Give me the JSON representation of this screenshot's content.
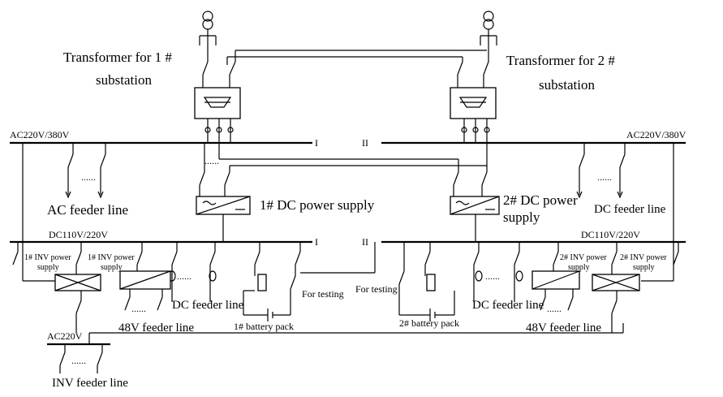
{
  "labels": {
    "tx1": [
      "Transformer for 1 #",
      "substation"
    ],
    "tx2": [
      "Transformer for 2 #",
      "substation"
    ],
    "ac_left": "AC220V/380V",
    "ac_right": "AC220V/380V",
    "bus_i": "I",
    "bus_ii": "II",
    "ac_feeder_left": "AC feeder line",
    "ac_feeder_right": "DC feeder line",
    "dc_supply_1": "1# DC power supply",
    "dc_supply_2": [
      "2# DC power",
      "supply"
    ],
    "dc_left": "DC110V/220V",
    "dc_right": "DC110V/220V",
    "inv1a": [
      "1# INV power",
      "supply"
    ],
    "inv1b": [
      "1# INV power",
      "supply"
    ],
    "inv2a": [
      "2# INV power",
      "supply"
    ],
    "inv2b": [
      "2# INV power",
      "supply"
    ],
    "dc_feeder_1": "DC feeder line",
    "dc_feeder_2": "DC feeder line",
    "v48_1": "48V feeder line",
    "v48_2": "48V feeder line",
    "testing_1": "For testing",
    "testing_2": "For testing",
    "battery_1": "1# battery pack",
    "battery_2": "2# battery pack",
    "ac220": "AC220V",
    "inv_feeder": "INV feeder line",
    "dots": "......"
  }
}
